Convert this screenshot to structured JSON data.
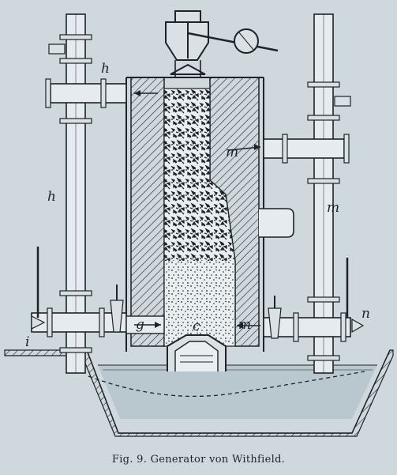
{
  "figure": {
    "caption": "Fig. 9.   Generator von Withfield."
  },
  "labels": {
    "h_top": "h",
    "h_left": "h",
    "m_upper": "m",
    "m_right": "m",
    "m_lower": "m",
    "g": "g",
    "c": "c",
    "i": "i",
    "n": "n"
  },
  "colors": {
    "paper": "#cfd8dd",
    "ink": "#1d2326",
    "water": "#b9c7ce"
  }
}
